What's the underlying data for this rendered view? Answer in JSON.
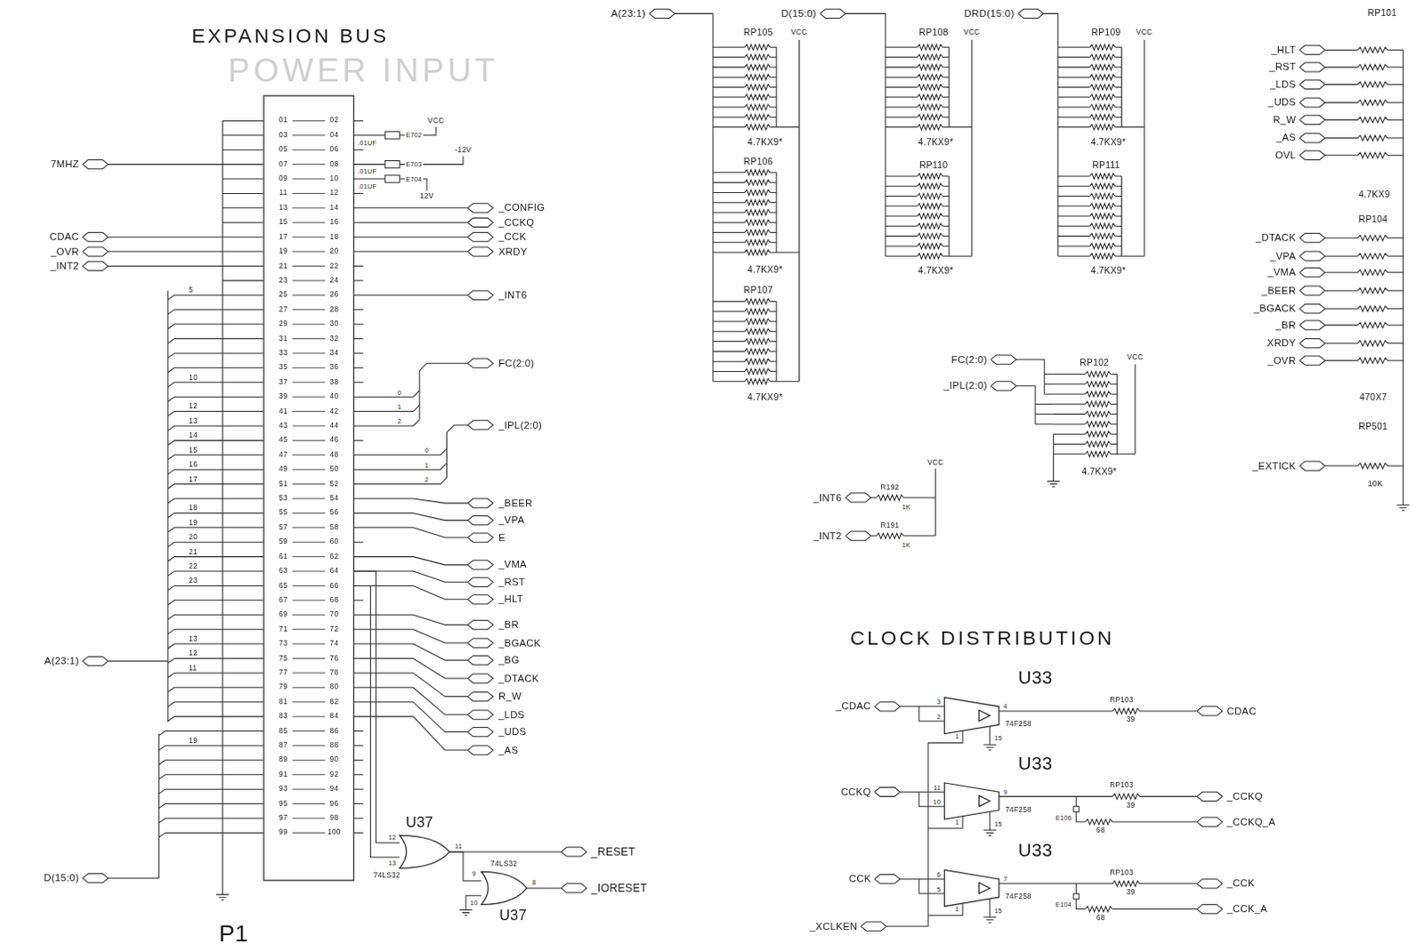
{
  "diagram": {
    "title": "EXPANSION BUS",
    "nodes": [
      {
        "text": [
          "P1"
        ]
      },
      {
        "text": [
          "U37",
          "74LS32"
        ]
      },
      {
        "text": [
          "74LS32",
          "U37"
        ]
      },
      {
        "text": [
          "U33",
          "74F258"
        ]
      },
      {
        "text": [
          "U33",
          "74F258"
        ]
      },
      {
        "text": [
          "U33",
          "74F258"
        ]
      }
    ],
    "edges": [
      {
        "from": 0,
        "to": 1,
        "arrow": "none"
      },
      {
        "from": 1,
        "to": 2,
        "arrow": "none"
      }
    ],
    "labels": [
      "CLOCK DISTRIBUTION",
      "POWER INPUT",
      "7MHZ",
      "CDAC",
      "_OVR",
      "_INT2",
      "A(23:1)",
      "D(15:0)",
      "_CONFIG",
      "_CCKQ",
      "_CCK",
      "XRDY",
      "_INT6",
      "FC(2:0)",
      "_IPL(2:0)",
      "_BEER",
      "_VPA",
      "E",
      "_VMA",
      "_RST",
      "_HLT",
      "_BR",
      "_BGACK",
      "_BG",
      "_DTACK",
      "R_W",
      "_LDS",
      "_UDS",
      "_AS",
      "VCC",
      ".01UF",
      "E702",
      "-12V",
      ".01UF",
      "E703",
      ".01UF",
      "E704",
      "12V",
      "5",
      "10",
      "12",
      "13",
      "14",
      "15",
      "16",
      "17",
      "18",
      "19",
      "20",
      "21",
      "22",
      "23",
      "13",
      "12",
      "11",
      "19",
      "0",
      "1",
      "2",
      "0",
      "1",
      "2",
      "12",
      "13",
      "11",
      "9",
      "10",
      "8",
      "_RESET",
      "_IORESET",
      "A(23:1)",
      "RP105",
      "VCC",
      "4.7KX9*",
      "RP106",
      "4.7KX9*",
      "RP107",
      "4.7KX9*",
      "D(15:0)",
      "RP108",
      "VCC",
      "4.7KX9*",
      "RP110",
      "4.7KX9*",
      "DRD(15:0)",
      "RP109",
      "VCC",
      "4.7KX9*",
      "RP111",
      "4.7KX9*",
      "FC(2:0)",
      "_IPL(2:0)",
      "RP102",
      "VCC",
      "4.7KX9*",
      "_INT6",
      "R192",
      "1K",
      "VCC",
      "_INT2",
      "R191",
      "1K",
      "RP101",
      "_HLT",
      "_RST",
      "_LDS",
      "_UDS",
      "R_W",
      "_AS",
      "OVL",
      "4.7KX9",
      "RP104",
      "_DTACK",
      "_VPA",
      "_VMA",
      "_BEER",
      "_BGACK",
      "_BR",
      "XRDY",
      "_OVR",
      "470X7",
      "RP501",
      "_EXTICK",
      "10K",
      "_CDAC",
      "CCKQ",
      "CCK",
      "_XCLKEN",
      "RP103",
      "39",
      "CDAC",
      "RP103",
      "39",
      "_CCKQ",
      "E106",
      "68",
      "_CCKQ_A",
      "RP103",
      "39",
      "_CCK",
      "E104",
      "68",
      "_CCK_A",
      "3",
      "2",
      "4",
      "1",
      "15",
      "11",
      "10",
      "9",
      "1",
      "15",
      "6",
      "5",
      "7",
      "1",
      "15",
      "01",
      "02",
      "03",
      "04",
      "05",
      "06",
      "07",
      "08",
      "09",
      "10",
      "11",
      "12",
      "13",
      "14",
      "15",
      "16",
      "17",
      "18",
      "19",
      "20",
      "21",
      "22",
      "23",
      "24",
      "25",
      "26",
      "27",
      "28",
      "29",
      "30",
      "31",
      "32",
      "33",
      "34",
      "35",
      "36",
      "37",
      "38",
      "39",
      "40",
      "41",
      "42",
      "43",
      "44",
      "45",
      "46",
      "47",
      "48",
      "49",
      "50",
      "51",
      "52",
      "53",
      "54",
      "55",
      "56",
      "57",
      "58",
      "59",
      "60",
      "61",
      "62",
      "63",
      "64",
      "65",
      "66",
      "67",
      "68",
      "69",
      "70",
      "71",
      "72",
      "73",
      "74",
      "75",
      "76",
      "77",
      "78",
      "79",
      "80",
      "81",
      "82",
      "83",
      "84",
      "85",
      "86",
      "87",
      "88",
      "89",
      "90",
      "91",
      "92",
      "93",
      "94",
      "95",
      "96",
      "97",
      "98",
      "99",
      "100"
    ]
  }
}
